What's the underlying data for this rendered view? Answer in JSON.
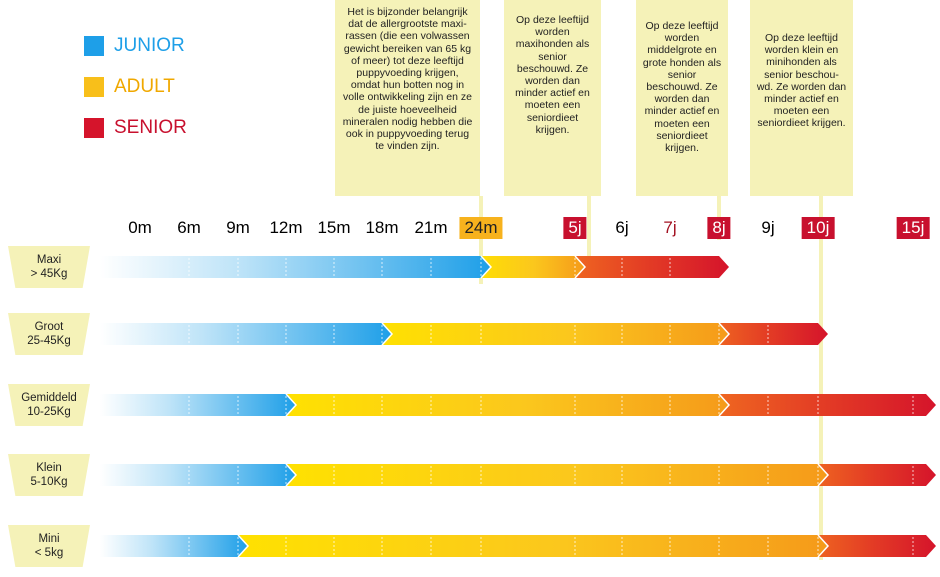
{
  "legend": [
    {
      "label": "JUNIOR",
      "color": "#1e9fe8",
      "text_color": "#1e9fe8"
    },
    {
      "label": "ADULT",
      "color": "#f8bf1a",
      "text_color": "#f0a800"
    },
    {
      "label": "SENIOR",
      "color": "#d5142b",
      "text_color": "#c8102e"
    }
  ],
  "notes": [
    {
      "id": "note-24m",
      "at": "24m",
      "text": "Het is bijzonder belangrijk dat de allergrootste maxi-rassen (die een volwassen gewicht bereiken van 65 kg of meer) tot deze leeftijd puppyvoeding krijgen, omdat hun botten nog in volle ontwikkeling zijn en ze de juiste hoeveelheid mineralen nodig hebben die ook in puppyvoeding terug te vinden zijn."
    },
    {
      "id": "note-5j",
      "at": "5j",
      "text": "Op deze leeftijd worden maxihonden als senior beschouwd. Ze worden dan minder actief en moeten een seniordieet krijgen."
    },
    {
      "id": "note-8j",
      "at": "8j",
      "text": "Op deze leeftijd worden middelgrote en grote honden als senior beschouwd. Ze worden dan minder actief en moeten een seniordieet krijgen."
    },
    {
      "id": "note-10j",
      "at": "10j",
      "text": "Op deze leeftijd worden klein en minihonden als senior beschou-wd. Ze worden dan minder actief en moeten een seniordieet krijgen."
    }
  ],
  "chart_data": {
    "type": "bar",
    "orientation": "horizontal",
    "ticks": [
      {
        "label": "0m",
        "style": "plain"
      },
      {
        "label": "6m",
        "style": "plain"
      },
      {
        "label": "9m",
        "style": "plain"
      },
      {
        "label": "12m",
        "style": "plain"
      },
      {
        "label": "15m",
        "style": "plain"
      },
      {
        "label": "18m",
        "style": "plain"
      },
      {
        "label": "21m",
        "style": "plain"
      },
      {
        "label": "24m",
        "style": "orange"
      },
      {
        "label": "5j",
        "style": "red"
      },
      {
        "label": "6j",
        "style": "plain"
      },
      {
        "label": "7j",
        "style": "plain-red"
      },
      {
        "label": "8j",
        "style": "red"
      },
      {
        "label": "9j",
        "style": "plain"
      },
      {
        "label": "10j",
        "style": "red"
      },
      {
        "label": "15j",
        "style": "red"
      }
    ],
    "categories": [
      "Maxi\n> 45Kg",
      "Groot\n25-45Kg",
      "Gemiddeld\n10-25Kg",
      "Klein\n5-10Kg",
      "Mini\n< 5kg"
    ],
    "series": [
      {
        "name": "JUNIOR",
        "values": [
          "0m-24m",
          "0m-18m",
          "0m-12m",
          "0m-12m",
          "0m-9m"
        ]
      },
      {
        "name": "ADULT",
        "values": [
          "24m-5j",
          "18m-8j",
          "12m-8j",
          "12m-10j",
          "9m-10j"
        ]
      },
      {
        "name": "SENIOR",
        "values": [
          "5j-8j",
          "8j-10j",
          "8j-15j",
          "10j-15j",
          "10j-15j"
        ]
      }
    ],
    "rows": [
      {
        "label": "Maxi\n> 45Kg",
        "junior_end": "24m",
        "adult_end": "5j",
        "senior_end": "8j"
      },
      {
        "label": "Groot\n25-45Kg",
        "junior_end": "18m",
        "adult_end": "8j",
        "senior_end": "10j"
      },
      {
        "label": "Gemiddeld\n10-25Kg",
        "junior_end": "12m",
        "adult_end": "8j",
        "senior_end": "15j"
      },
      {
        "label": "Klein\n5-10Kg",
        "junior_end": "12m",
        "adult_end": "10j",
        "senior_end": "15j"
      },
      {
        "label": "Mini\n< 5kg",
        "junior_end": "9m",
        "adult_end": "10j",
        "senior_end": "15j"
      }
    ],
    "grid": true,
    "legend_position": "top-left"
  }
}
